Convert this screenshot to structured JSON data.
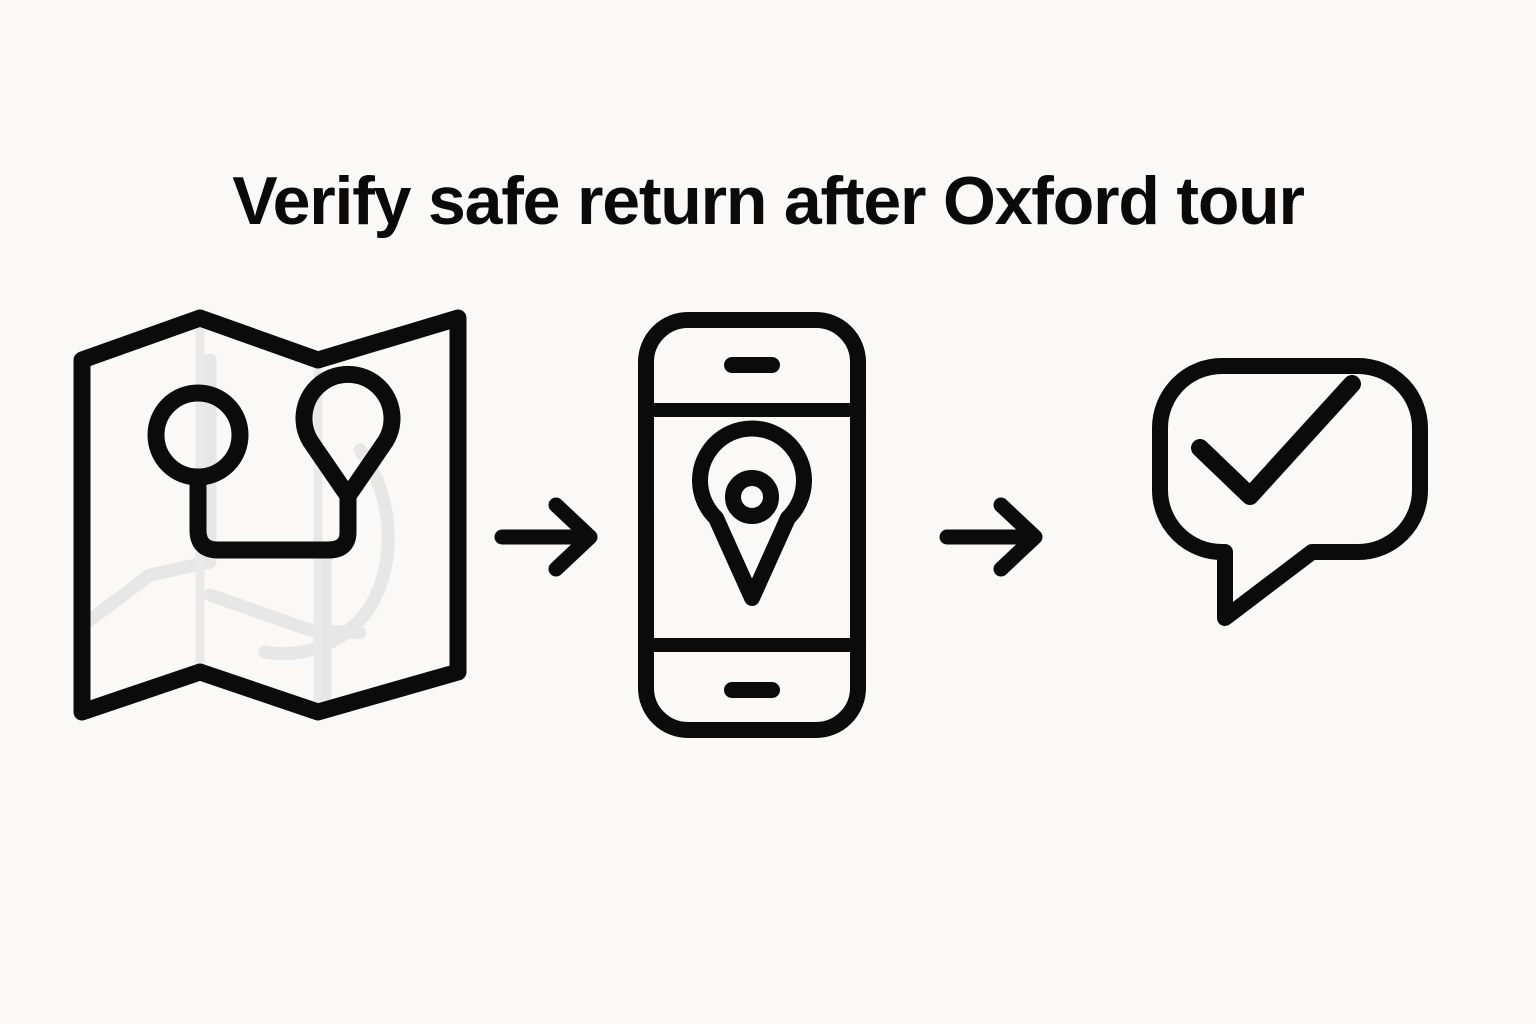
{
  "page": {
    "background_color": "#faf9f7",
    "ink_color": "#0b0b0b",
    "muted_color": "#e7e7e7"
  },
  "header": {
    "title": "Verify safe return after Oxford tour"
  },
  "flow": {
    "steps": [
      {
        "id": "map",
        "icon": "folded-map-with-route-icon",
        "label": "Folded map with route between start circle marker and destination pin"
      },
      {
        "id": "phone",
        "icon": "smartphone-location-pin-icon",
        "label": "Smartphone displaying a location pin"
      },
      {
        "id": "bubble",
        "icon": "chat-bubble-checkmark-icon",
        "label": "Chat bubble containing a checkmark"
      }
    ],
    "connectors": [
      {
        "id": "arrow-1",
        "icon": "arrow-right-icon"
      },
      {
        "id": "arrow-2",
        "icon": "arrow-right-icon"
      }
    ]
  }
}
